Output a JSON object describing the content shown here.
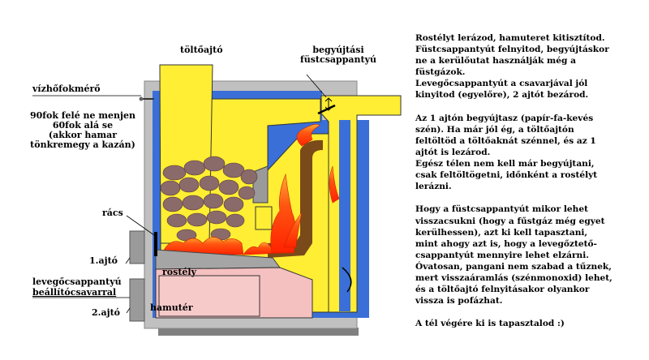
{
  "labels": {
    "toltoajto": "töltőajtó",
    "begyujtasi_1": "begyújtási",
    "begyujtasi_2": "füstcsappantyú",
    "vizhofokmero": "vízhőfokmérő",
    "warning_1": "90fok felé ne menjen",
    "warning_2": "60fok alá se",
    "warning_3": "(akkor hamar",
    "warning_4": "tönkremegy a kazán)",
    "racs": "rács",
    "ajto1": "1.ajtó",
    "rostely": "rostély",
    "levego_1": "levegőcsappantyú",
    "levego_2": "beállítócsavarral",
    "ajto2": "2.ajtó",
    "hamuter": "hamutér"
  },
  "notes": {
    "p1": [
      "Rostélyt lerázod, hamuteret kitisztítod.",
      "Füstcsappantyút felnyitod, begyújtáskor",
      "ne a kerülőutat használják még a",
      "füstgázok.",
      "Levegőcsappantyút a csavarjával jól",
      "kinyitod (egyelőre), 2 ajtót bezárod."
    ],
    "p2": [
      "Az 1 ajtón begyújtasz (papír-fa-kevés",
      "szén). Ha már jól ég, a töltőajtón",
      "feltöltöd a töltőaknát szénnel, és az 1",
      "ajtót is lezárod.",
      "Egész télen nem kell már begyújtani,",
      "csak feltöltögetni, időnként a rostélyt",
      "lerázni."
    ],
    "p3": [
      "Hogy a füstcsappantyút mikor lehet",
      "visszacsukni (hogy a fűstgáz még egyet",
      "kerülhessen), azt ki kell tapasztani,",
      "mint ahogy azt is, hogy a levegőztető-",
      "csappantyút mennyire lehet elzárni.",
      "Óvatosan, pangani nem szabad a tűznek,",
      "mert visszaáramlás (szénmonoxid) lehet,",
      "és a töltőajtó felnyitásakor olyankor",
      "vissza is pofázhat."
    ],
    "p4": "A tél végére ki is tapasztalod :)"
  },
  "colors": {
    "casing": "#c0c0c0",
    "water": "#3366cc",
    "chamber": "#ffee33",
    "ashpit": "#f5c0c0",
    "coal": "#8b6a6a",
    "flame": "#ff3300",
    "flue": "#7a4a1a",
    "grate": "#999999"
  }
}
